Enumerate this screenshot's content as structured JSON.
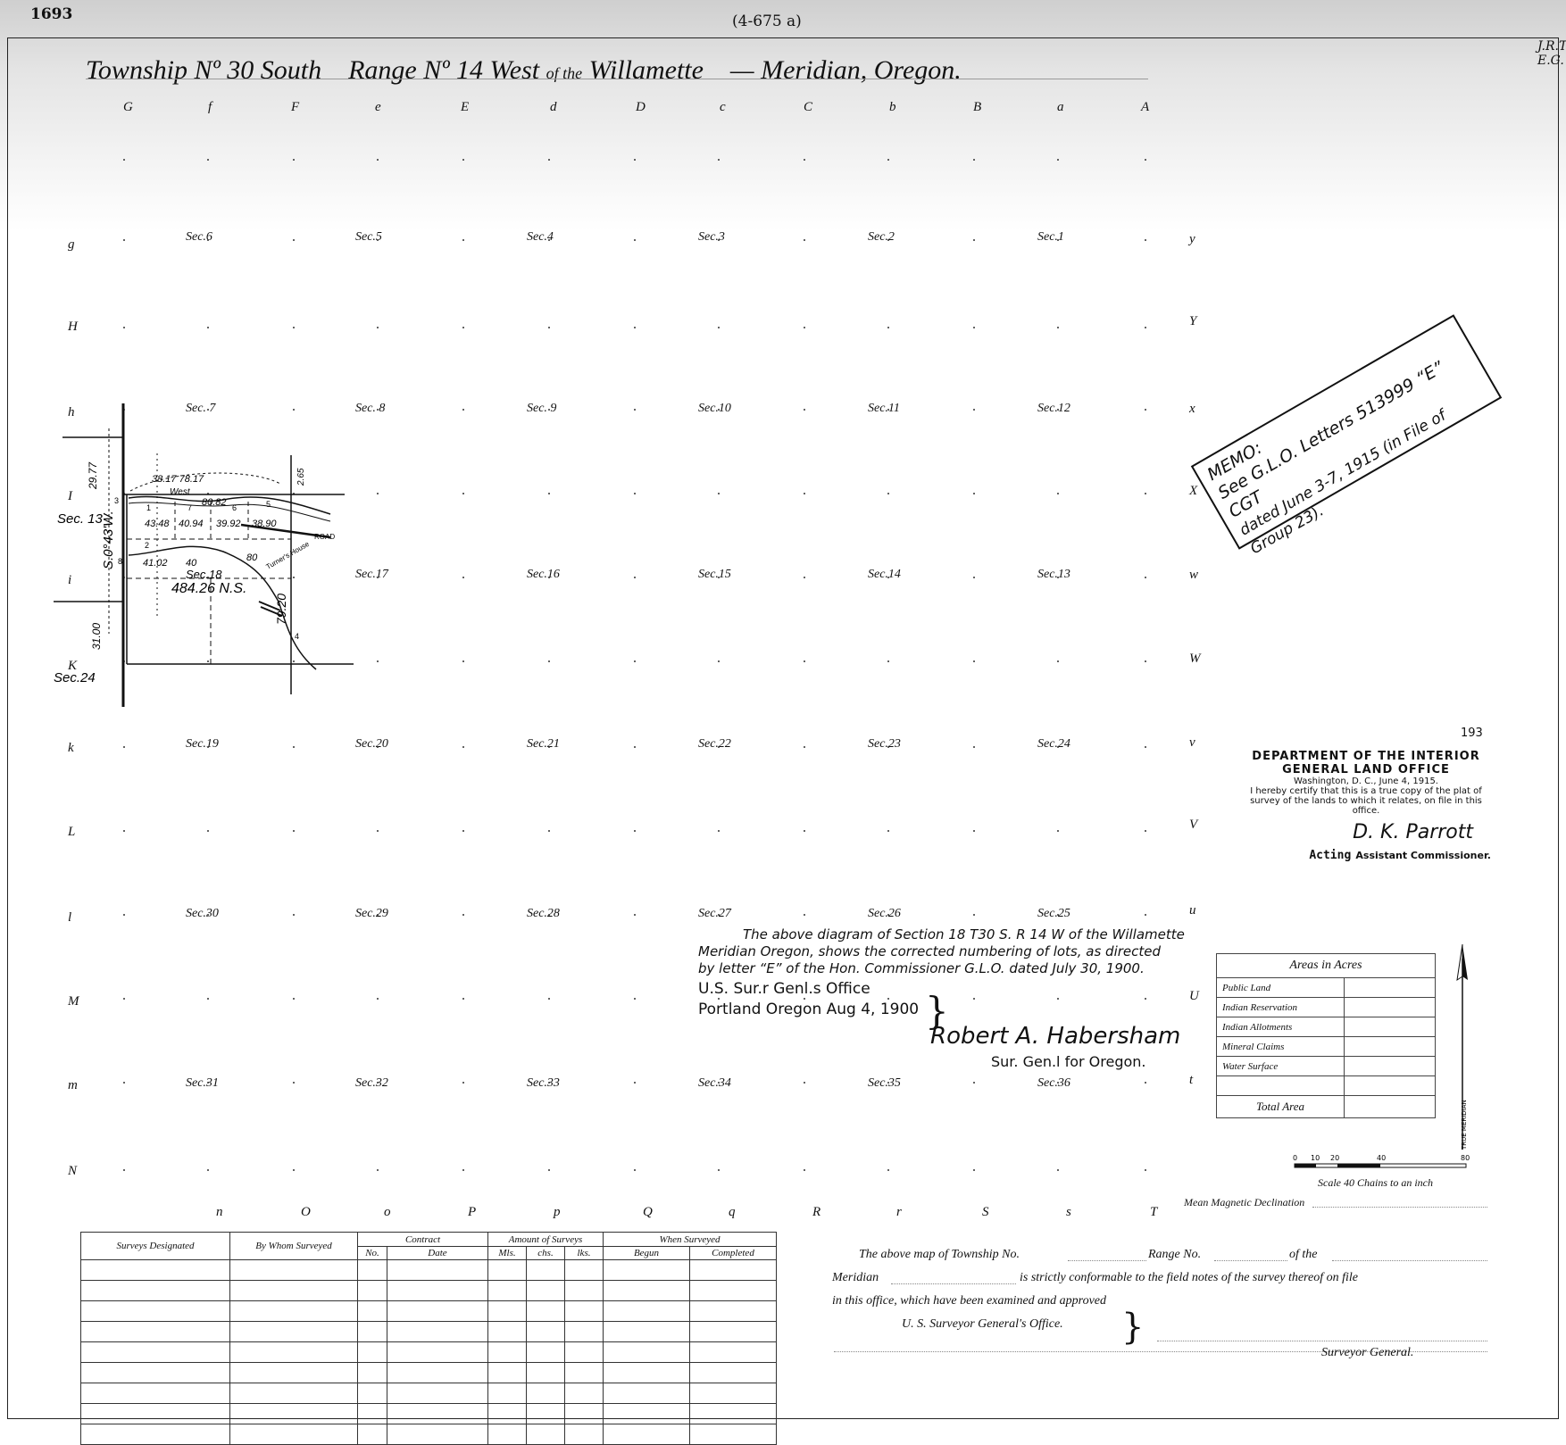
{
  "header": {
    "sheet_number": "1693",
    "plat_number": "(4-675 a)",
    "initials": "J.R.T. E.G.",
    "title_main": "Township Nº 30 South    Range Nº 14 West ",
    "title_small": "of the",
    "title_end": " Willamette    — Meridian, Oregon."
  },
  "grid": {
    "top_letters": [
      "G",
      "f",
      "F",
      "e",
      "E",
      "d",
      "D",
      "c",
      "C",
      "b",
      "B",
      "a",
      "A"
    ],
    "left_letters": [
      "g",
      "H",
      "h",
      "I",
      "i",
      "K",
      "k",
      "L",
      "l",
      "M",
      "m",
      "N"
    ],
    "right_letters": [
      "y",
      "Y",
      "x",
      "X",
      "w",
      "W",
      "v",
      "V",
      "u",
      "U",
      "t"
    ],
    "bottom_letters": [
      "n",
      "O",
      "o",
      "P",
      "p",
      "Q",
      "q",
      "R",
      "r",
      "S",
      "s",
      "T"
    ],
    "sections": [
      [
        "Sec.6",
        "Sec.5",
        "Sec.4",
        "Sec.3",
        "Sec.2",
        "Sec.1"
      ],
      [
        "Sec. 7",
        "Sec. 8",
        "Sec. 9",
        "Sec.10",
        "Sec.11",
        "Sec.12"
      ],
      [
        "",
        "Sec.17",
        "Sec.16",
        "Sec.15",
        "Sec.14",
        "Sec.13"
      ],
      [
        "Sec.19",
        "Sec.20",
        "Sec.21",
        "Sec.22",
        "Sec.23",
        "Sec.24"
      ],
      [
        "Sec.30",
        "Sec.29",
        "Sec.28",
        "Sec.27",
        "Sec.26",
        "Sec.25"
      ],
      [
        "Sec.31",
        "Sec.32",
        "Sec.33",
        "Sec.34",
        "Sec.35",
        "Sec.36"
      ]
    ]
  },
  "inset": {
    "sec13": "Sec. 13",
    "sec24": "Sec.24",
    "sec18": "Sec.18",
    "area_ns": "484.26 N.S.",
    "bearing": "S.0°43'W.",
    "dist_top": "29.77",
    "dist_bottom": "31.00",
    "dist_right": "79.20",
    "dist_right_top": "2.65",
    "line_top": "38.17   78.17",
    "west_label": "West",
    "lot_values": [
      "43.48",
      "40.94",
      "39.92",
      "38.90",
      "80.82",
      "41.02",
      "40",
      "80"
    ],
    "lot_numbers": [
      "1",
      "2",
      "3",
      "4",
      "5",
      "6",
      "7",
      "8"
    ],
    "road": "ROAD",
    "turner": "Turner's House"
  },
  "memo": {
    "line1": "MEMO:",
    "line2": "See G.L.O. Letters 513999 “E” CGT",
    "line3": "dated June 3-7, 1915 (in File of Group 23)."
  },
  "stamp": {
    "dept": "DEPARTMENT OF THE INTERIOR",
    "office": "GENERAL LAND OFFICE",
    "place_date": "Washington, D. C., June 4, 1915.",
    "cert": "I hereby certify that this is a true copy of the plat of",
    "cert2": "survey of the lands to which it relates, on file in this office.",
    "signature": "D. K. Parrott",
    "acting": "Acting",
    "title": "Assistant Commissioner.",
    "mark": "193"
  },
  "note": {
    "line1": "The above diagram of Section 18 T30 S. R 14 W of the Willamette",
    "line2": "Meridian Oregon, shows the corrected numbering of lots, as directed",
    "line3": "by letter “E” of the Hon. Commissioner G.L.O. dated July 30, 1900.",
    "office1": "U.S. Sur.r Genl.s Office",
    "office2": "Portland Oregon Aug 4, 1900",
    "signature": "Robert A. Habersham",
    "sig_title": "Sur. Gen.l for Oregon."
  },
  "areas": {
    "header": "Areas in Acres",
    "rows": [
      "Public Land",
      "Indian Reservation",
      "Indian Allotments",
      "Mineral Claims",
      "Water Surface",
      ""
    ],
    "total": "Total Area"
  },
  "scale": {
    "ticks": [
      "0",
      "10",
      "20",
      "40",
      "80"
    ],
    "caption": "Scale 40 Chains to an inch",
    "declination": "Mean Magnetic Declination",
    "true_meridian": "TRUE MERIDIAN"
  },
  "surveys_table": {
    "col_designated": "Surveys Designated",
    "col_by_whom": "By Whom Surveyed",
    "col_contract": "Contract",
    "col_no": "No.",
    "col_date": "Date",
    "col_amount": "Amount of Surveys",
    "col_mls": "Mls.",
    "col_chs": "chs.",
    "col_lks": "lks.",
    "col_when": "When Surveyed",
    "col_begun": "Begun",
    "col_completed": "Completed"
  },
  "certification": {
    "line1_a": "The above map of Township No.",
    "line1_b": "Range No.",
    "line1_c": "of the",
    "line2_a": "Meridian",
    "line2_b": "is strictly conformable to the field notes of the survey thereof on file",
    "line3": "in this office, which have been examined and approved",
    "office": "U. S. Surveyor General's Office.",
    "signer": "Surveyor General."
  }
}
